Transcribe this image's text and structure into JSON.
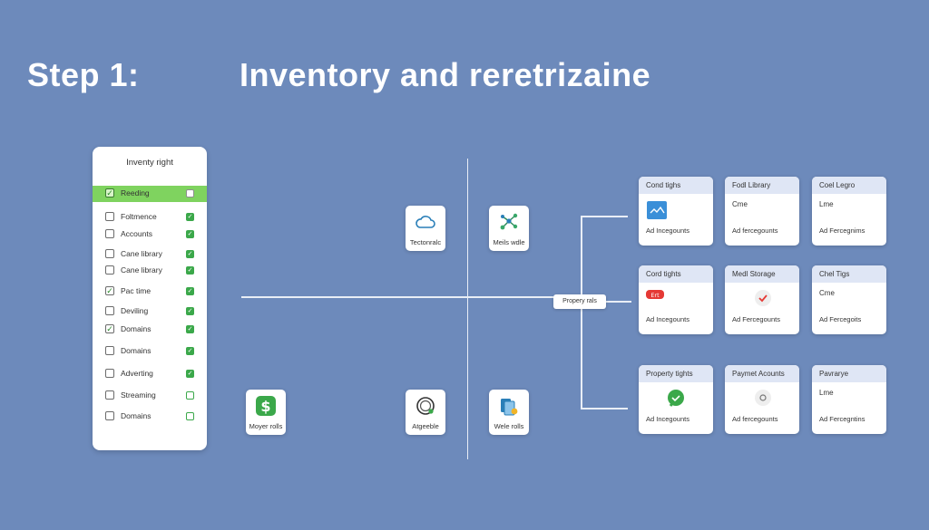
{
  "header": {
    "step_label": "Step 1:",
    "title": "Inventory and reretrizaine"
  },
  "checklist": {
    "title": "Inventy right",
    "items": [
      {
        "label": "Reeding",
        "left_checked": true,
        "right_state": "empty",
        "highlighted": true
      },
      {
        "label": "Foltmence",
        "left_checked": false,
        "right_state": "checked"
      },
      {
        "label": "Accounts",
        "left_checked": false,
        "right_state": "checked"
      },
      {
        "label": "Cane library",
        "left_checked": false,
        "right_state": "checked"
      },
      {
        "label": "Cane library",
        "left_checked": false,
        "right_state": "checked"
      },
      {
        "label": "Pac time",
        "left_checked": true,
        "right_state": "checked"
      },
      {
        "label": "Deviling",
        "left_checked": false,
        "right_state": "checked"
      },
      {
        "label": "Domains",
        "left_checked": true,
        "right_state": "checked"
      },
      {
        "label": "Domains",
        "left_checked": false,
        "right_state": "checked"
      },
      {
        "label": "Adverting",
        "left_checked": false,
        "right_state": "checked"
      },
      {
        "label": "Streaming",
        "left_checked": false,
        "right_state": "outline"
      },
      {
        "label": "Domains",
        "left_checked": false,
        "right_state": "outline"
      }
    ]
  },
  "tiles": [
    {
      "label": "Tectonralc",
      "icon": "cloud-icon"
    },
    {
      "label": "Meils wdle",
      "icon": "network-icon"
    },
    {
      "label": "Moyer rolls",
      "icon": "dollar-icon"
    },
    {
      "label": "Atgeeble",
      "icon": "ring-icon"
    },
    {
      "label": "Wele rolls",
      "icon": "document-stack-icon"
    }
  ],
  "center_label": "Propery rals",
  "cards": [
    {
      "title": "Cond tighs",
      "sub": "",
      "icon": "image-icon",
      "footer": "Ad Incegounts"
    },
    {
      "title": "Fodl Library",
      "sub": "Cme",
      "icon": "",
      "footer": "Ad fercegounts"
    },
    {
      "title": "Coel Legro",
      "sub": "Lme",
      "icon": "",
      "footer": "Ad Fercegnims"
    },
    {
      "title": "Cord tights",
      "sub": "",
      "icon": "red-badge-icon",
      "badge": "Ert",
      "footer": "Ad Incegounts"
    },
    {
      "title": "Medl Storage",
      "sub": "",
      "icon": "red-check-icon",
      "footer": "Ad Fercegounts"
    },
    {
      "title": "Chel Tigs",
      "sub": "Cme",
      "icon": "",
      "footer": "Ad Fercegoits"
    },
    {
      "title": "Property tights",
      "sub": "",
      "icon": "chat-icon",
      "footer": "Ad Incegounts"
    },
    {
      "title": "Paymet Acounts",
      "sub": "",
      "icon": "coin-icon",
      "footer": "Ad fercegounts"
    },
    {
      "title": "Pavrarye",
      "sub": "Lme",
      "icon": "",
      "footer": "Ad Fercegntins"
    }
  ],
  "colors": {
    "background": "#6d8abb",
    "highlight_green": "#7fd35f",
    "check_green": "#3ba84a",
    "card_header": "#dfe6f5",
    "line": "#e9eef6"
  }
}
